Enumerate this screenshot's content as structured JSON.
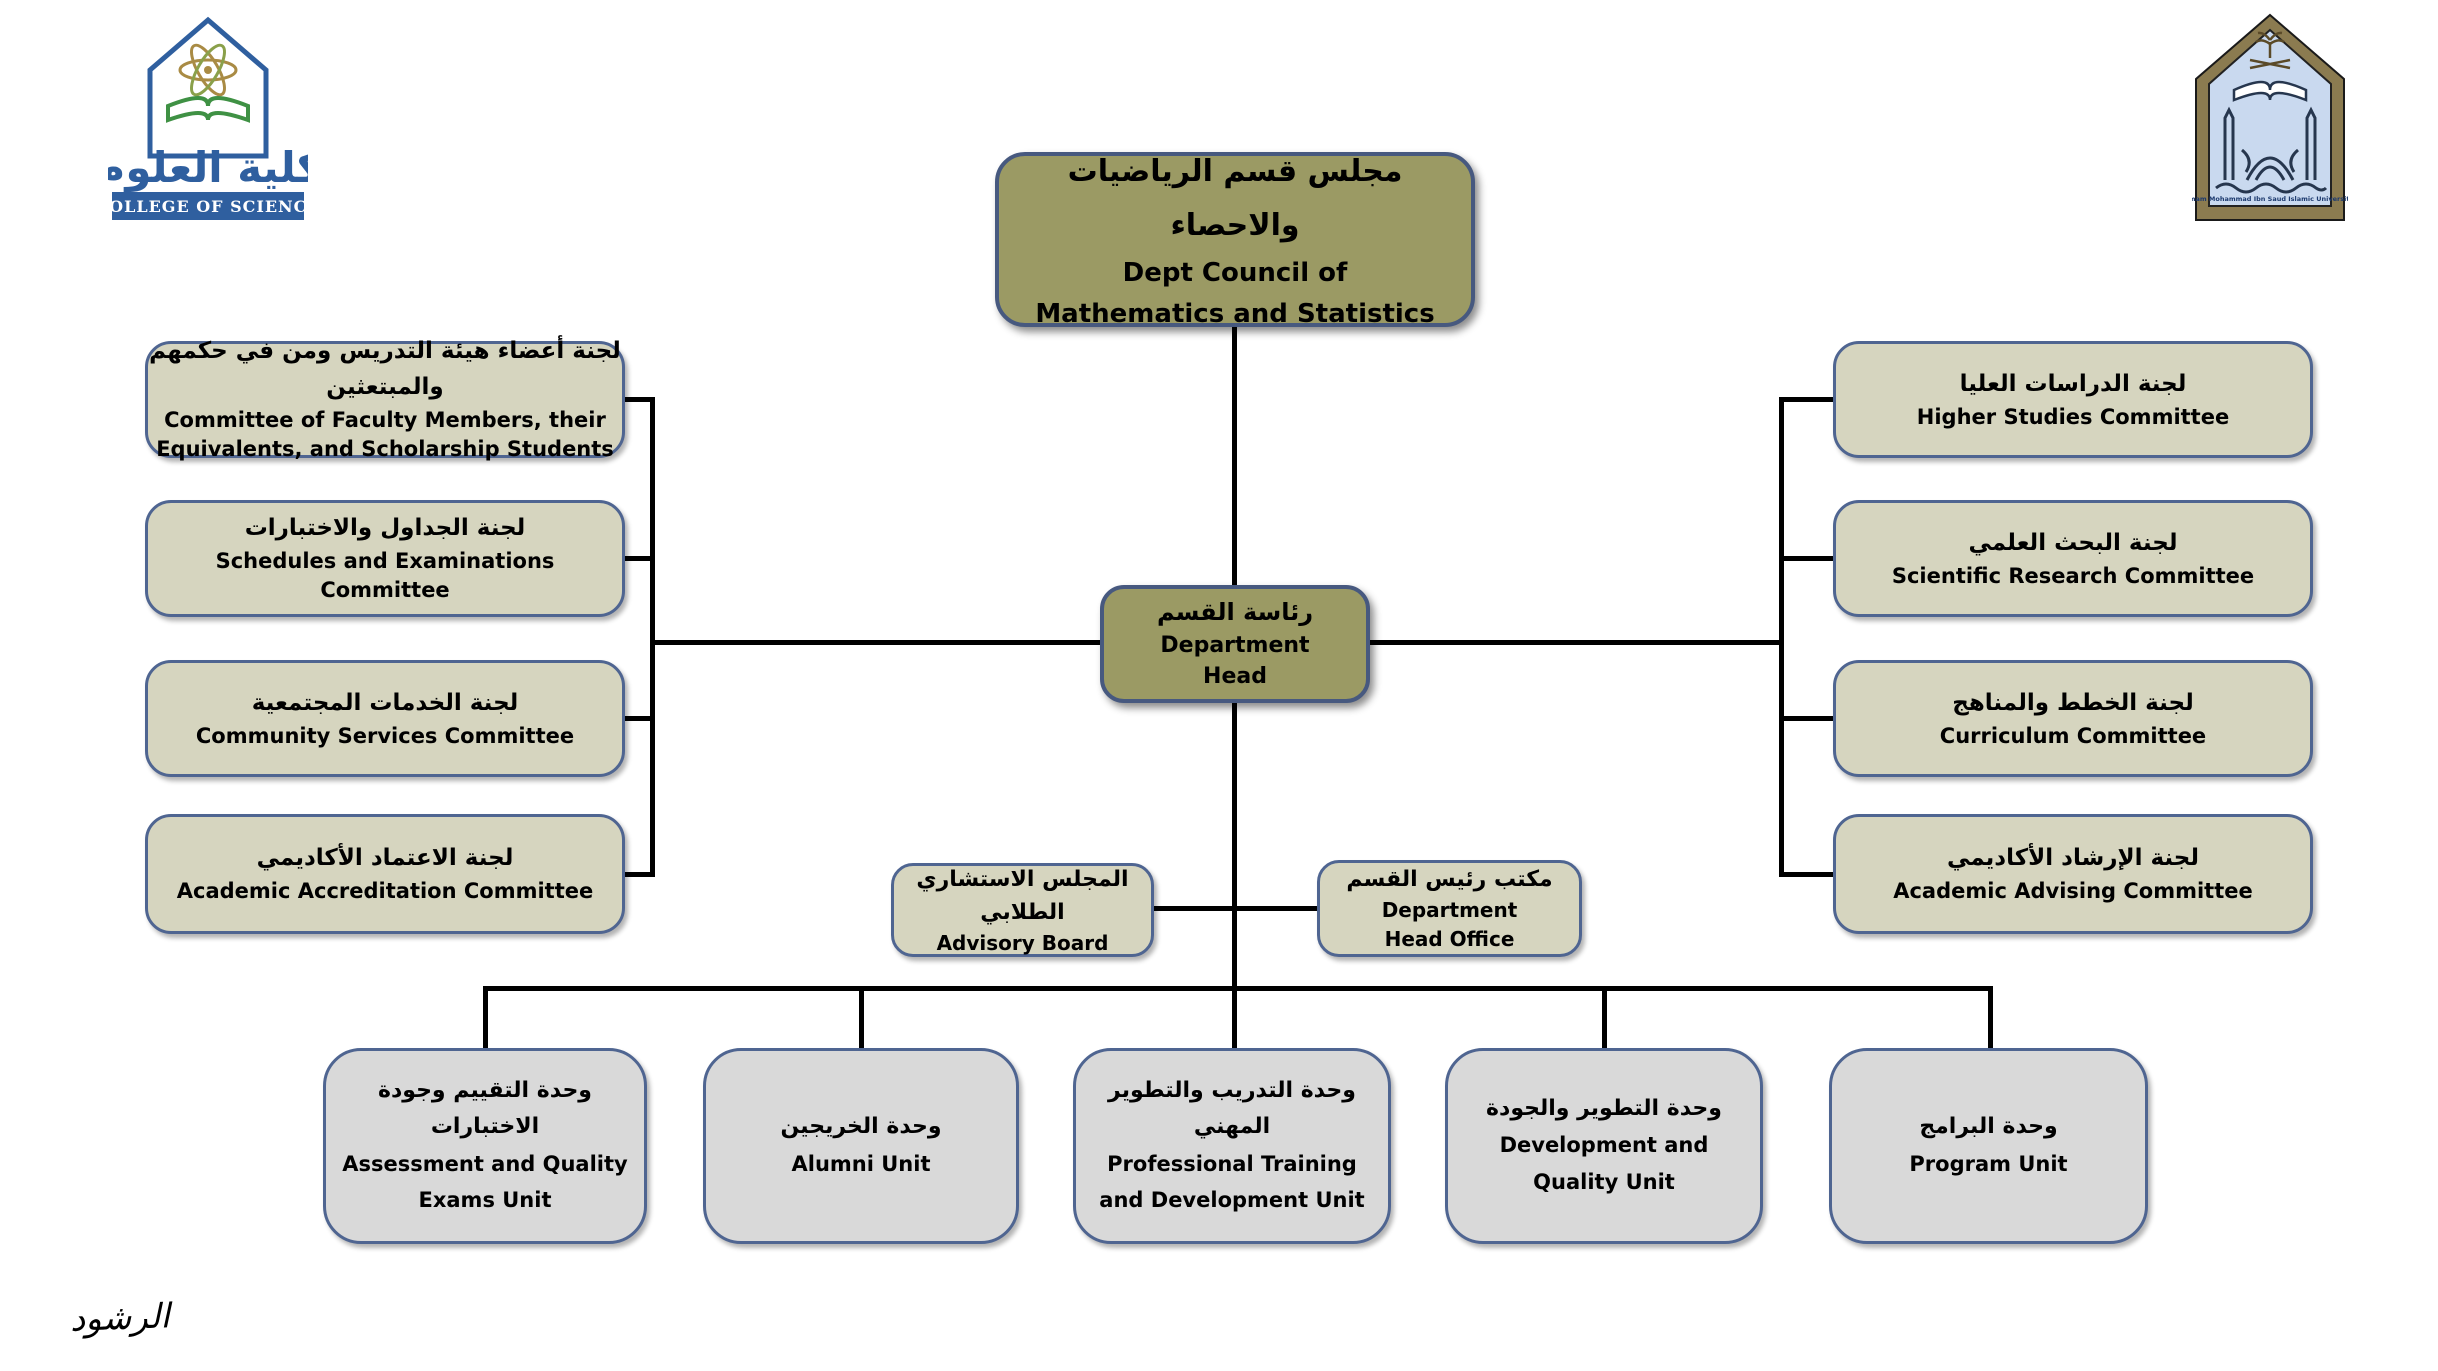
{
  "page": {
    "signature": "الرشود"
  },
  "colors": {
    "primary_fill": "#9b9a64",
    "committee_fill": "#d6d5bf",
    "unit_fill": "#d9d9d9",
    "box_border": "#4f6591",
    "connector": "#000000",
    "logo_blue": "#2f5f9f"
  },
  "logos": {
    "college_of_science": {
      "arabic": "كلية العلوم",
      "caption": "COLLEGE OF SCIENCE"
    },
    "university": {
      "caption": "Imam Mohammad Ibn Saud Islamic University"
    }
  },
  "chart": {
    "council": {
      "ar": "مجلس قسم الرياضيات والاحصاء",
      "en1": "Dept Council of",
      "en2": "Mathematics and Statistics"
    },
    "dept_head": {
      "ar": "رئاسة القسم",
      "en1": "Department",
      "en2": "Head"
    },
    "left_committees": [
      {
        "ar": "لجنة أعضاء هيئة التدريس ومن في حكمهم والمبتعثين",
        "en": "Committee of Faculty Members, their Equivalents, and Scholarship Students"
      },
      {
        "ar": "لجنة الجداول والاختبارات",
        "en": "Schedules and Examinations Committee"
      },
      {
        "ar": "لجنة الخدمات المجتمعية",
        "en": "Community Services Committee"
      },
      {
        "ar": "لجنة الاعتماد الأكاديمي",
        "en": "Academic Accreditation Committee"
      }
    ],
    "right_committees": [
      {
        "ar": "لجنة الدراسات العليا",
        "en": "Higher Studies Committee"
      },
      {
        "ar": "لجنة البحث العلمي",
        "en": "Scientific Research Committee"
      },
      {
        "ar": "لجنة الخطط والمناهج",
        "en": "Curriculum Committee"
      },
      {
        "ar": "لجنة الإرشاد الأكاديمي",
        "en": "Academic Advising Committee"
      }
    ],
    "advisory_board": {
      "ar": "المجلس الاستشاري الطلابي",
      "en": "Advisory Board"
    },
    "head_office": {
      "ar": "مكتب رئيس القسم",
      "en1": "Department",
      "en2": "Head Office"
    },
    "units": [
      {
        "ar": "وحدة التقييم وجودة الاختبارات",
        "en": "Assessment and Quality Exams Unit"
      },
      {
        "ar": "وحدة الخريجين",
        "en": "Alumni Unit"
      },
      {
        "ar": "وحدة التدريب والتطوير المهني",
        "en": "Professional Training and Development Unit"
      },
      {
        "ar": "وحدة التطوير والجودة",
        "en": "Development and Quality Unit"
      },
      {
        "ar": "وحدة البرامج",
        "en": "Program Unit"
      }
    ]
  }
}
